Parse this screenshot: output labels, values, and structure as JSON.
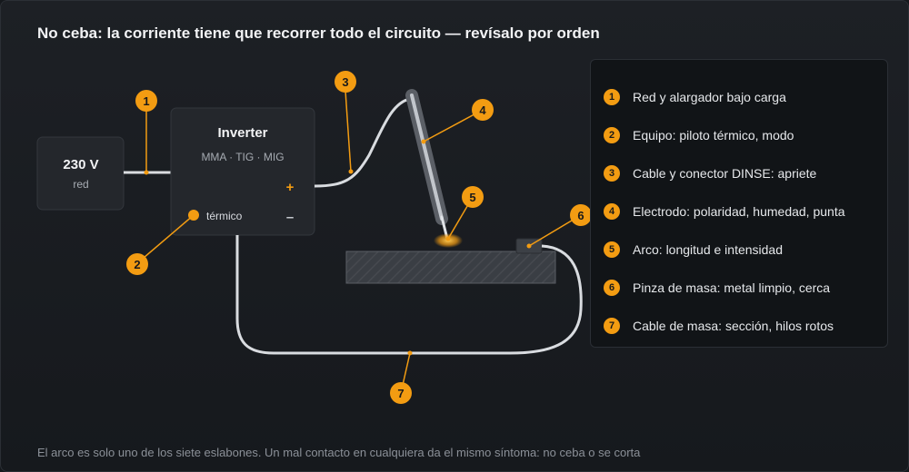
{
  "title": "No ceba: la corriente tiene que recorrer todo el circuito — revísalo por orden",
  "footer": "El arco es solo uno de los siete eslabones. Un mal contacto en cualquiera da el mismo síntoma: no ceba o se corta",
  "mains": {
    "value": "230 V",
    "label": "red"
  },
  "inverter": {
    "title": "Inverter",
    "modes": "MMA · TIG · MIG",
    "plus": "+",
    "minus": "–",
    "thermal_label": "térmico"
  },
  "markers": [
    "1",
    "2",
    "3",
    "4",
    "5",
    "6",
    "7"
  ],
  "legend": [
    {
      "num": "1",
      "label": "Red y alargador bajo carga"
    },
    {
      "num": "2",
      "label": "Equipo: piloto térmico, modo"
    },
    {
      "num": "3",
      "label": "Cable y conector DINSE: apriete"
    },
    {
      "num": "4",
      "label": "Electrodo: polaridad, humedad, punta"
    },
    {
      "num": "5",
      "label": "Arco: longitud e intensidad"
    },
    {
      "num": "6",
      "label": "Pinza de masa: metal limpio, cerca"
    },
    {
      "num": "7",
      "label": "Cable de masa: sección, hilos rotos"
    }
  ],
  "colors": {
    "accent": "#f39c12",
    "cable": "#d9dce0",
    "box_bg": "#24272c",
    "text": "#f2f3f5"
  }
}
